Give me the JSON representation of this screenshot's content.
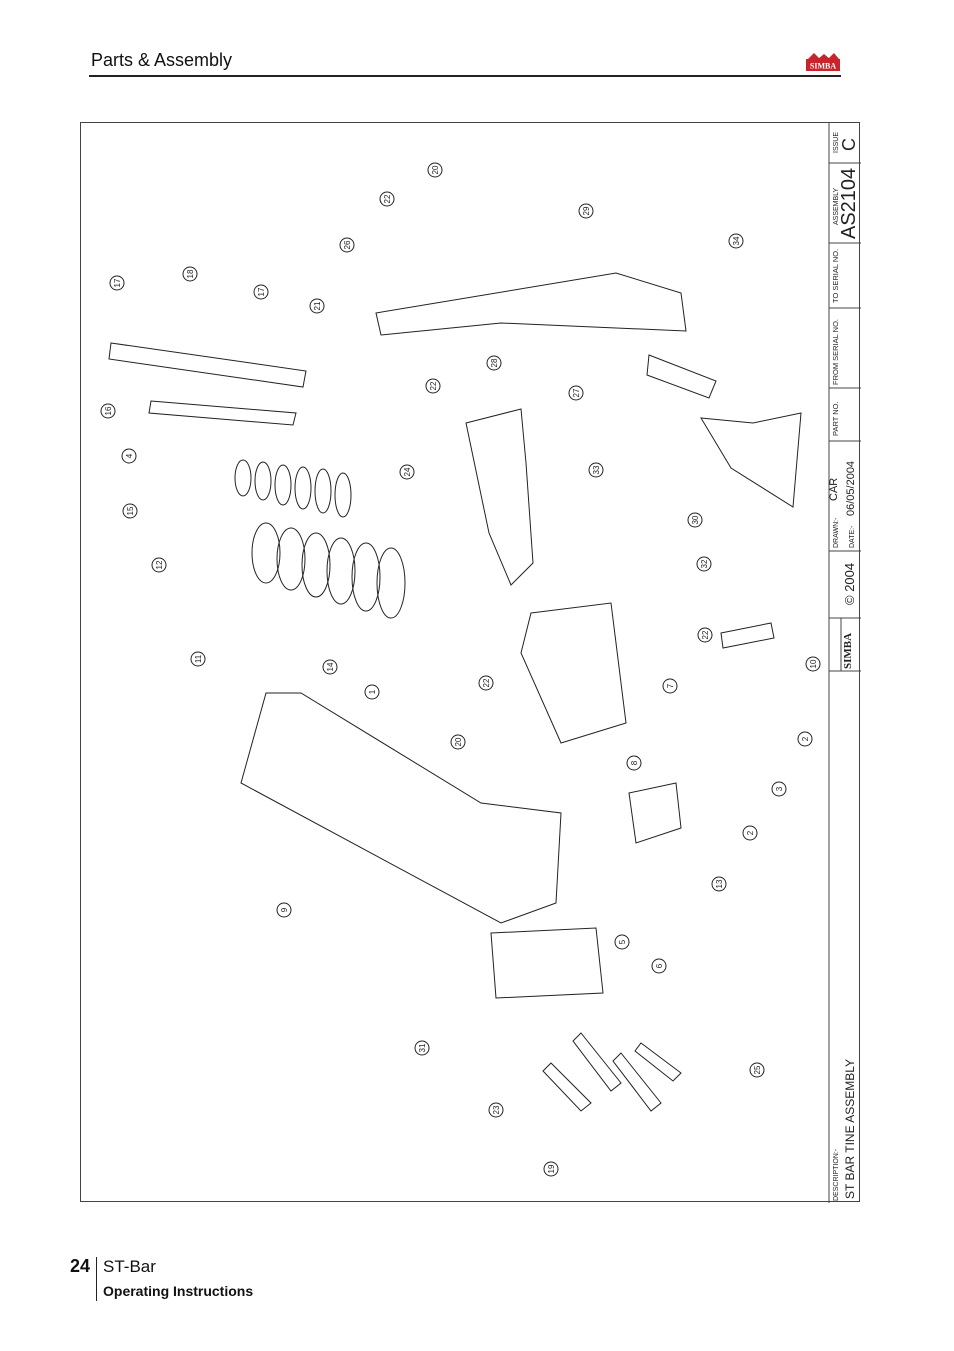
{
  "header": {
    "title": "Parts & Assembly",
    "logo_text": "SIMBA"
  },
  "drawing": {
    "title_block": {
      "issue_label": "ISSUE",
      "issue_value": "C",
      "assembly_label": "ASSEMBLY",
      "assembly_value": "AS2104",
      "to_serial_label": "TO SERIAL NO.",
      "from_serial_label": "FROM SERIAL NO.",
      "part_no_label": "PART NO.",
      "drawn_label": "DRAWN:-",
      "drawn_value": "CAR",
      "date_label": "DATE:-",
      "date_value": "06/05/2004",
      "copyright": "© 2004",
      "brand": "SIMBA",
      "description_label": "DESCRIPTION:-",
      "description_value": "ST BAR TINE ASSEMBLY"
    },
    "callouts": [
      "20",
      "22",
      "29",
      "34",
      "26",
      "17",
      "18",
      "17",
      "21",
      "22",
      "28",
      "27",
      "16",
      "4",
      "15",
      "24",
      "33",
      "12",
      "30",
      "11",
      "32",
      "14",
      "22",
      "10",
      "1",
      "22",
      "7",
      "20",
      "2",
      "8",
      "3",
      "9",
      "2",
      "13",
      "5",
      "6",
      "31",
      "25",
      "23",
      "19"
    ]
  },
  "footer": {
    "page_number": "24",
    "title": "ST-Bar",
    "subtitle": "Operating Instructions"
  }
}
